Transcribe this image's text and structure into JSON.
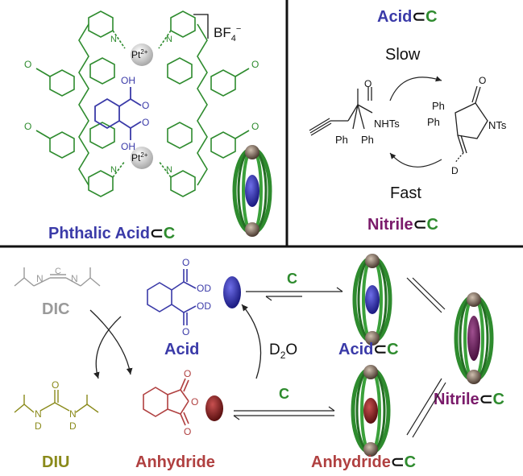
{
  "colors": {
    "cage_green": "#2e8b2e",
    "acid_blue": "#3a3aa8",
    "anhydride_red": "#b04040",
    "nitrile_purple": "#7a1a6a",
    "dic_gray": "#9a9a9a",
    "diu_olive": "#8a8a1a",
    "pt_gray": "#c8c8c8",
    "ink": "#222222"
  },
  "panel_top_left": {
    "title_main": "Phthalic Acid",
    "title_sym": "⊂",
    "title_c": "C",
    "counterion": "BF",
    "counterion_sub": "4",
    "counterion_sup": "−",
    "pt_top": "Pt",
    "pt_bottom": "Pt",
    "pt_charge": "2+",
    "methoxy": "O",
    "nitrogen": "N",
    "oh_top": "OH",
    "oh_bottom": "OH",
    "oxygen": "O"
  },
  "panel_top_right": {
    "title_acid": "Acid",
    "title_sym": "⊂",
    "title_c": "C",
    "slow": "Slow",
    "fast": "Fast",
    "nitrile_title": "Nitrile",
    "nitrile_sym": "⊂",
    "nitrile_c": "C",
    "nhts": "NHTs",
    "nts": "NTs",
    "ph1": "Ph",
    "ph2": "Ph",
    "ph3": "Ph",
    "ph4": "Ph",
    "carbonyl_o1": "O",
    "carbonyl_o2": "O",
    "deuterium": "D"
  },
  "panel_bottom": {
    "dic": "DIC",
    "diu": "DIU",
    "acid": "Acid",
    "anhydride": "Anhydride",
    "d2o_main": "D",
    "d2o_sub": "2",
    "d2o_o": "O",
    "c_top": "C",
    "c_bottom": "C",
    "acid_cage": "Acid",
    "anhydride_cage": "Anhydride",
    "nitrile_cage": "Nitrile",
    "sym": "⊂",
    "cage_c": "C",
    "od1": "OD",
    "od2": "OD",
    "o_acid_1": "O",
    "o_acid_2": "O",
    "o_anh_1": "O",
    "o_anh_2": "O",
    "o_anh_ring": "O",
    "n1": "N",
    "n2": "N",
    "c_center": "C",
    "diu_n1": "N",
    "diu_n2": "N",
    "diu_d1": "D",
    "diu_d2": "D",
    "diu_o": "O"
  }
}
